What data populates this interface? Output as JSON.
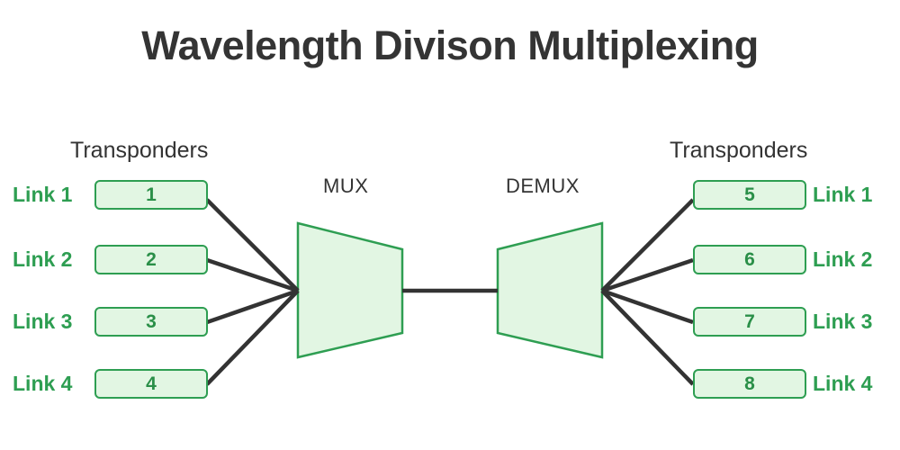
{
  "title": "Wavelength Divison Multiplexing",
  "colors": {
    "title_text": "#343434",
    "label_text": "#333333",
    "green_stroke": "#2e9e52",
    "green_fill": "#e2f6e3",
    "green_text": "#2a8f48",
    "line": "#333333",
    "background": "#ffffff"
  },
  "left": {
    "group_label": "Transponders",
    "unit_label": "MUX",
    "transponders": [
      {
        "link": "Link 1",
        "number": "1"
      },
      {
        "link": "Link 2",
        "number": "2"
      },
      {
        "link": "Link 3",
        "number": "3"
      },
      {
        "link": "Link 4",
        "number": "4"
      }
    ]
  },
  "right": {
    "group_label": "Transponders",
    "unit_label": "DEMUX",
    "transponders": [
      {
        "link": "Link 1",
        "number": "5"
      },
      {
        "link": "Link 2",
        "number": "6"
      },
      {
        "link": "Link 3",
        "number": "7"
      },
      {
        "link": "Link 4",
        "number": "8"
      }
    ]
  },
  "chart_data": {
    "type": "diagram",
    "title": "Wavelength Divison Multiplexing",
    "nodes": [
      {
        "id": "t1",
        "label": "1",
        "side": "left",
        "link": "Link 1"
      },
      {
        "id": "t2",
        "label": "2",
        "side": "left",
        "link": "Link 2"
      },
      {
        "id": "t3",
        "label": "3",
        "side": "left",
        "link": "Link 3"
      },
      {
        "id": "t4",
        "label": "4",
        "side": "left",
        "link": "Link 4"
      },
      {
        "id": "mux",
        "label": "MUX",
        "side": "center"
      },
      {
        "id": "demux",
        "label": "DEMUX",
        "side": "center"
      },
      {
        "id": "t5",
        "label": "5",
        "side": "right",
        "link": "Link 1"
      },
      {
        "id": "t6",
        "label": "6",
        "side": "right",
        "link": "Link 2"
      },
      {
        "id": "t7",
        "label": "7",
        "side": "right",
        "link": "Link 3"
      },
      {
        "id": "t8",
        "label": "8",
        "side": "right",
        "link": "Link 4"
      }
    ],
    "edges": [
      {
        "from": "t1",
        "to": "mux"
      },
      {
        "from": "t2",
        "to": "mux"
      },
      {
        "from": "t3",
        "to": "mux"
      },
      {
        "from": "t4",
        "to": "mux"
      },
      {
        "from": "mux",
        "to": "demux"
      },
      {
        "from": "demux",
        "to": "t5"
      },
      {
        "from": "demux",
        "to": "t6"
      },
      {
        "from": "demux",
        "to": "t7"
      },
      {
        "from": "demux",
        "to": "t8"
      }
    ]
  }
}
